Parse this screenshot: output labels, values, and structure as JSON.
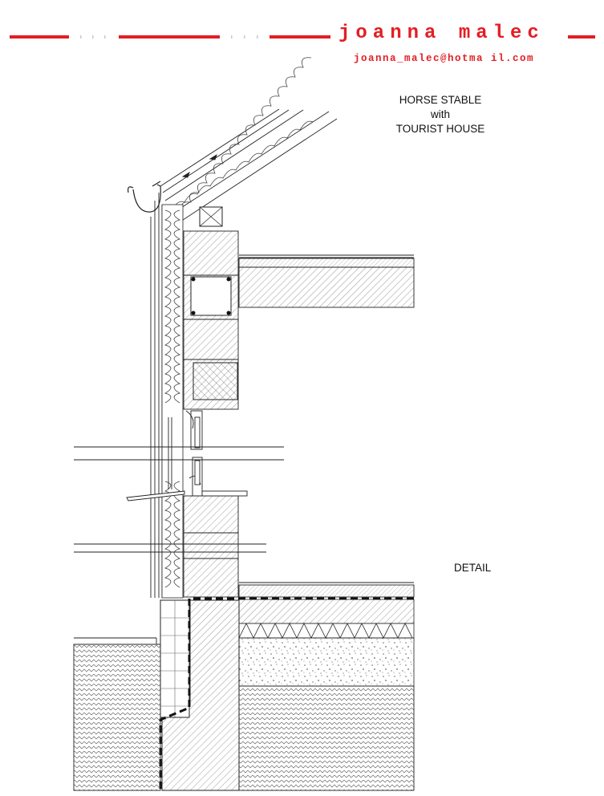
{
  "header": {
    "name": "joanna malec",
    "email": "joanna_malec@hotma il.com",
    "accent_color": "#e31e24"
  },
  "project": {
    "title_lines": [
      "HORSE STABLE",
      "with",
      "TOURIST HOUSE"
    ]
  },
  "drawing": {
    "label": "DETAIL"
  }
}
